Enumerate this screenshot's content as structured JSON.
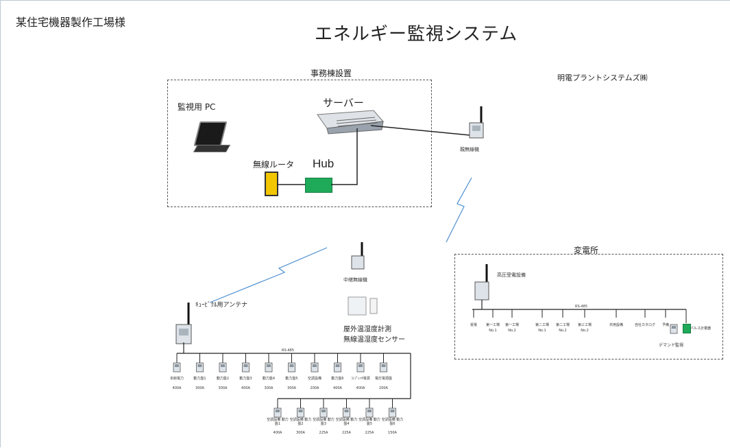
{
  "client_name": "某住宅機器製作工場様",
  "system_title": "エネルギー監視システム",
  "company": "明電プラントシステムズ㈱",
  "office": {
    "label": "事務棟設置",
    "monitor_pc": "監視用 PC",
    "server": "サーバー",
    "router": "無線ルータ",
    "hub": "Hub",
    "master_unit": "親無線機"
  },
  "field": {
    "antenna_label": "ｷｭｰﾋﾞｸﾙ用アンテナ",
    "relay_label": "中継無線機",
    "sensor_line1": "屋外温湿度計測",
    "sensor_line2": "無線温湿度センサー",
    "bus_label": "RS-485",
    "top_row": [
      {
        "name": "本館電力",
        "amp": "400A"
      },
      {
        "name": "動力盤1",
        "amp": "300A"
      },
      {
        "name": "動力盤2",
        "amp": "300A"
      },
      {
        "name": "動力盤3",
        "amp": "400A"
      },
      {
        "name": "動力盤4",
        "amp": "300A"
      },
      {
        "name": "動力盤5",
        "amp": "300A"
      },
      {
        "name": "空調設備",
        "amp": "200A"
      },
      {
        "name": "動力盤6",
        "amp": "400A"
      },
      {
        "name": "ｺﾝﾌﾟﾚｯｻ電源",
        "amp": "400A"
      },
      {
        "name": "電灯電源盤",
        "amp": "200A"
      }
    ],
    "bottom_row": [
      {
        "name": "空調設備 動力盤1",
        "amp": "400A"
      },
      {
        "name": "空調設備 動力盤2",
        "amp": "300A"
      },
      {
        "name": "空調設備 動力盤3",
        "amp": "225A"
      },
      {
        "name": "空調設備 動力盤4",
        "amp": "225A"
      },
      {
        "name": "空調設備 動力盤5",
        "amp": "225A"
      },
      {
        "name": "空調設備 動力盤6",
        "amp": "150A"
      }
    ]
  },
  "substation": {
    "label": "変電所",
    "hv_label": "高圧受電設備",
    "bus_label": "RS-485",
    "feeders": [
      {
        "name": "受電",
        "sub": ""
      },
      {
        "name": "第一工場",
        "sub": "No.1"
      },
      {
        "name": "第一工場",
        "sub": "No.2"
      },
      {
        "name": "第二工場",
        "sub": "No.1"
      },
      {
        "name": "第二工場",
        "sub": "No.2"
      },
      {
        "name": "第三工場",
        "sub": "No.2"
      },
      {
        "name": "共用設備",
        "sub": ""
      },
      {
        "name": "自社カタログ",
        "sub": ""
      },
      {
        "name": "予備",
        "sub": ""
      }
    ],
    "pulse_label": "パルス計量器",
    "demand_label": "デマンド監視"
  }
}
